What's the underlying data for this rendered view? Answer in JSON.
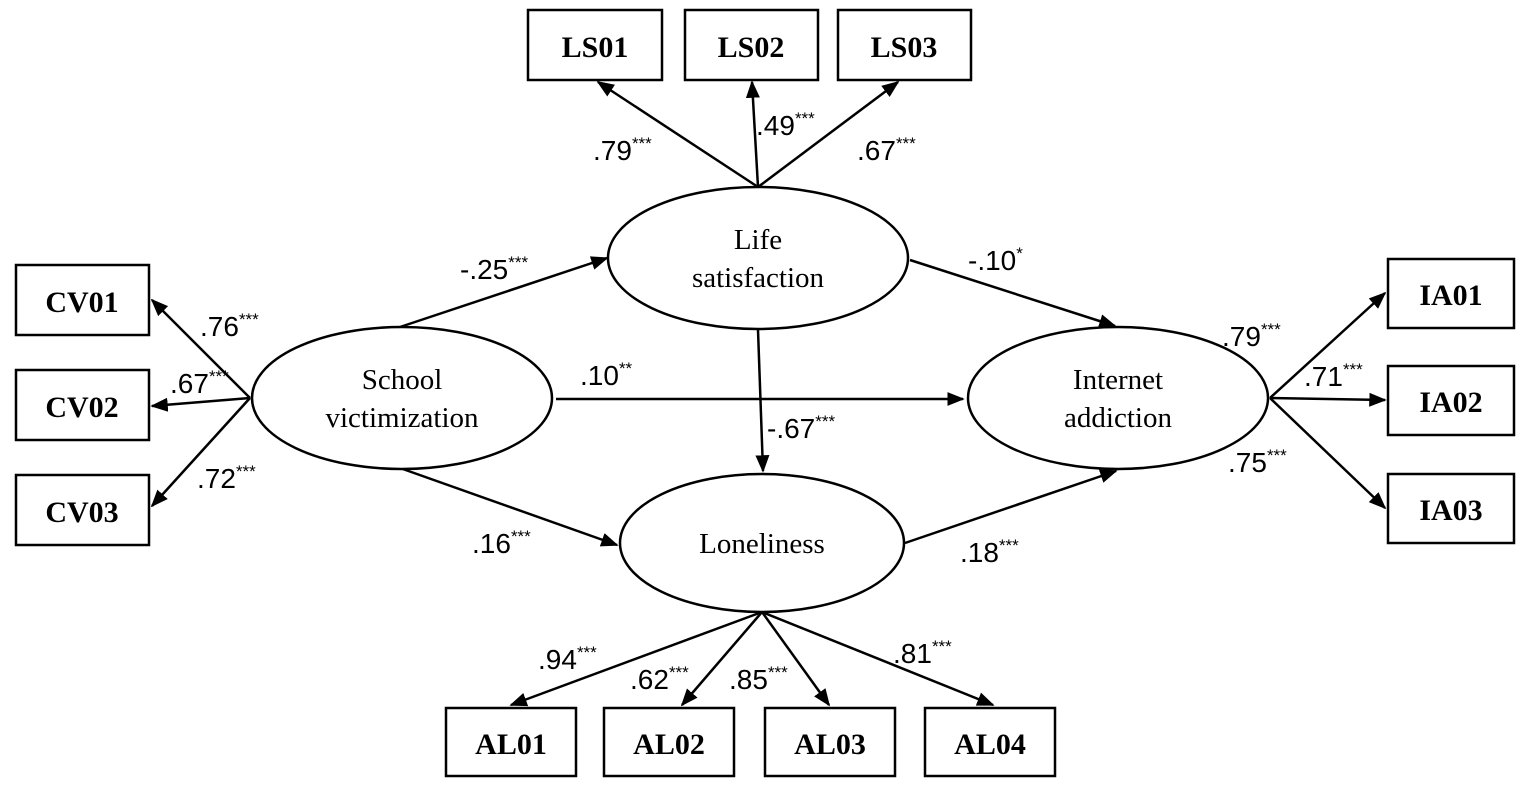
{
  "indicators": {
    "ls01": "LS01",
    "ls02": "LS02",
    "ls03": "LS03",
    "cv01": "CV01",
    "cv02": "CV02",
    "cv03": "CV03",
    "ia01": "IA01",
    "ia02": "IA02",
    "ia03": "IA03",
    "al01": "AL01",
    "al02": "AL02",
    "al03": "AL03",
    "al04": "AL04"
  },
  "latents": {
    "life_satisfaction": [
      "Life",
      "satisfaction"
    ],
    "school_victimization": [
      "School",
      "victimization"
    ],
    "internet_addiction": [
      "Internet",
      "addiction"
    ],
    "loneliness": [
      "Loneliness"
    ]
  },
  "coefficients": {
    "ls01": {
      "value": ".79",
      "sig": "***"
    },
    "ls02": {
      "value": ".49",
      "sig": "***"
    },
    "ls03": {
      "value": ".67",
      "sig": "***"
    },
    "cv01": {
      "value": ".76",
      "sig": "***"
    },
    "cv02": {
      "value": ".67",
      "sig": "***"
    },
    "cv03": {
      "value": ".72",
      "sig": "***"
    },
    "ia01": {
      "value": ".79",
      "sig": "***"
    },
    "ia02": {
      "value": ".71",
      "sig": "***"
    },
    "ia03": {
      "value": ".75",
      "sig": "***"
    },
    "al01": {
      "value": ".94",
      "sig": "***"
    },
    "al02": {
      "value": ".62",
      "sig": "***"
    },
    "al03": {
      "value": ".85",
      "sig": "***"
    },
    "al04": {
      "value": ".81",
      "sig": "***"
    },
    "sv_ls": {
      "value": "-.25",
      "sig": "***"
    },
    "sv_ia": {
      "value": ".10",
      "sig": "**"
    },
    "sv_lo": {
      "value": ".16",
      "sig": "***"
    },
    "ls_ia": {
      "value": "-.10",
      "sig": "*"
    },
    "ls_lo": {
      "value": "-.67",
      "sig": "***"
    },
    "lo_ia": {
      "value": ".18",
      "sig": "***"
    }
  }
}
